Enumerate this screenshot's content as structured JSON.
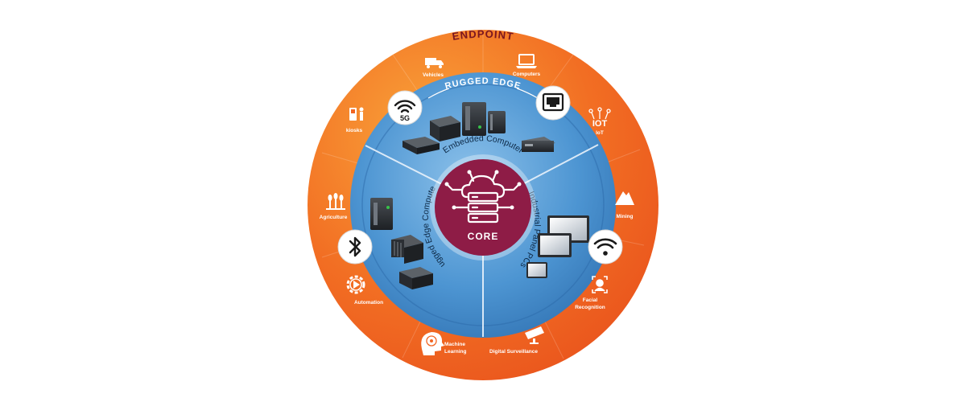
{
  "titles": {
    "endpoint": "ENDPOINT",
    "rugged_edge": "RUGGED EDGE",
    "core": "CORE"
  },
  "segments": {
    "embedded": "Embedded Computer",
    "industrial": "Industrial Panel PCs",
    "rugged": "Rugged Edge Computer"
  },
  "endpoints": {
    "vehicles": "Vehicles",
    "computers": "Computers",
    "iot": "IoT",
    "iot_icon_text": "IOT",
    "mining": "Mining",
    "facial_line1": "Facial",
    "facial_line2": "Recognition",
    "digital_surveillance": "Digital Surveillance",
    "machine_line1": "Machine",
    "machine_line2": "Learning",
    "automation": "Automation",
    "agriculture": "Agriculture",
    "kiosks": "kiosks"
  },
  "badges": {
    "five_g": "5G"
  },
  "colors": {
    "orange": "#f26522",
    "orange_light": "#f7931e",
    "blue": "#3d86c6",
    "blue_dark": "#1f5c98",
    "core": "#8e1c46"
  },
  "icons": [
    "wifi-5g-icon",
    "ethernet-port-icon",
    "wifi-icon",
    "bluetooth-icon",
    "cloud-server-icon"
  ]
}
